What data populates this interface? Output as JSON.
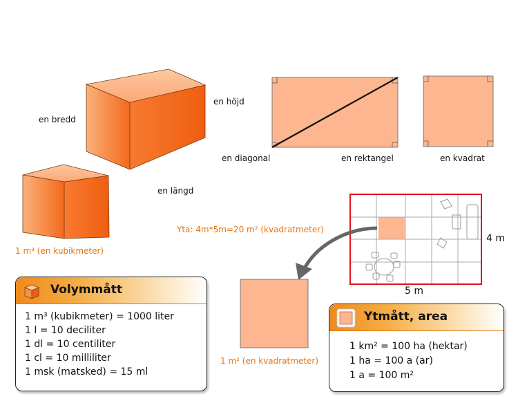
{
  "labels": {
    "width": "en bredd",
    "height": "en höjd",
    "length": "en längd",
    "cubic_meter": "1 m³ (en kubikmeter)",
    "diagonal": "en diagonal",
    "rectangle": "en rektangel",
    "square": "en kvadrat",
    "area_calc": "Yta: 4m*5m=20 m² (kvadratmeter)",
    "grid_height": "4 m",
    "grid_width": "5 m",
    "square_meter": "1 m² (en kvadratmeter)"
  },
  "volume_card": {
    "title": "Volymmått",
    "icon": "cube-icon",
    "lines": [
      "1 m³ (kubikmeter) = 1000 liter",
      "1 l = 10 deciliter",
      "1 dl = 10 centiliter",
      "1 cl = 10 milliliter",
      "1 msk (matsked) = 15 ml"
    ]
  },
  "area_card": {
    "title": "Ytmått, area",
    "icon": "square-icon",
    "lines": [
      "1 km² = 100 ha (hektar)",
      "1 ha = 100 a (ar)",
      "1 a = 100 m²"
    ]
  },
  "colors": {
    "orange_label": "#e8750f",
    "shape_fill": "#fdb690",
    "grid_border": "#e0141e"
  }
}
